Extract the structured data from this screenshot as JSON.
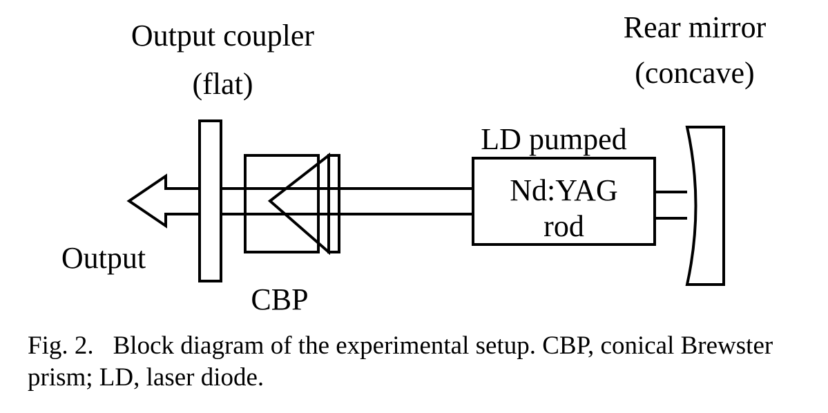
{
  "labels": {
    "output_coupler": {
      "line1": "Output coupler",
      "line2": "(flat)"
    },
    "rear_mirror": {
      "line1": "Rear mirror",
      "line2": "(concave)"
    },
    "ld_pumped": "LD pumped",
    "rod": {
      "line1": "Nd:YAG",
      "line2": "rod"
    },
    "output": "Output",
    "cbp": "CBP"
  },
  "caption": {
    "number": "Fig. 2.",
    "text": "Block diagram of the experimental setup. CBP, conical Brewster prism; LD, laser diode."
  }
}
